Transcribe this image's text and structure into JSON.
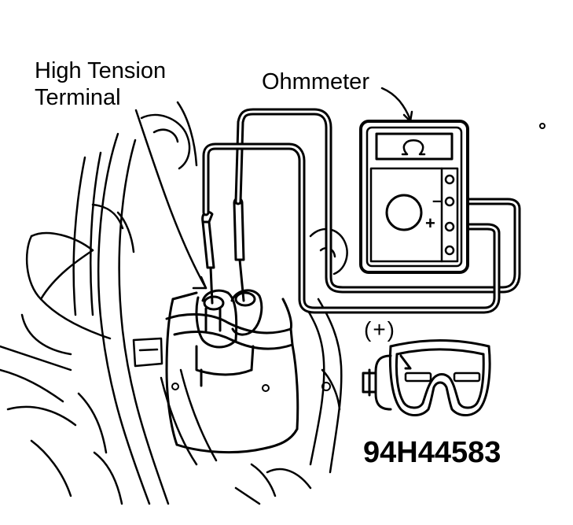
{
  "labels": {
    "high_tension_line1": "High Tension",
    "high_tension_line2": "Terminal",
    "ohmmeter": "Ohmmeter",
    "plus_terminal": "(+)",
    "figure_code": "94H44583",
    "meter_minus": "–",
    "meter_plus": "+"
  },
  "colors": {
    "ink": "#000000",
    "paper": "#ffffff"
  },
  "icons": {
    "meter_display": "ohm-symbol-icon",
    "connector": "coil-connector-icon"
  }
}
